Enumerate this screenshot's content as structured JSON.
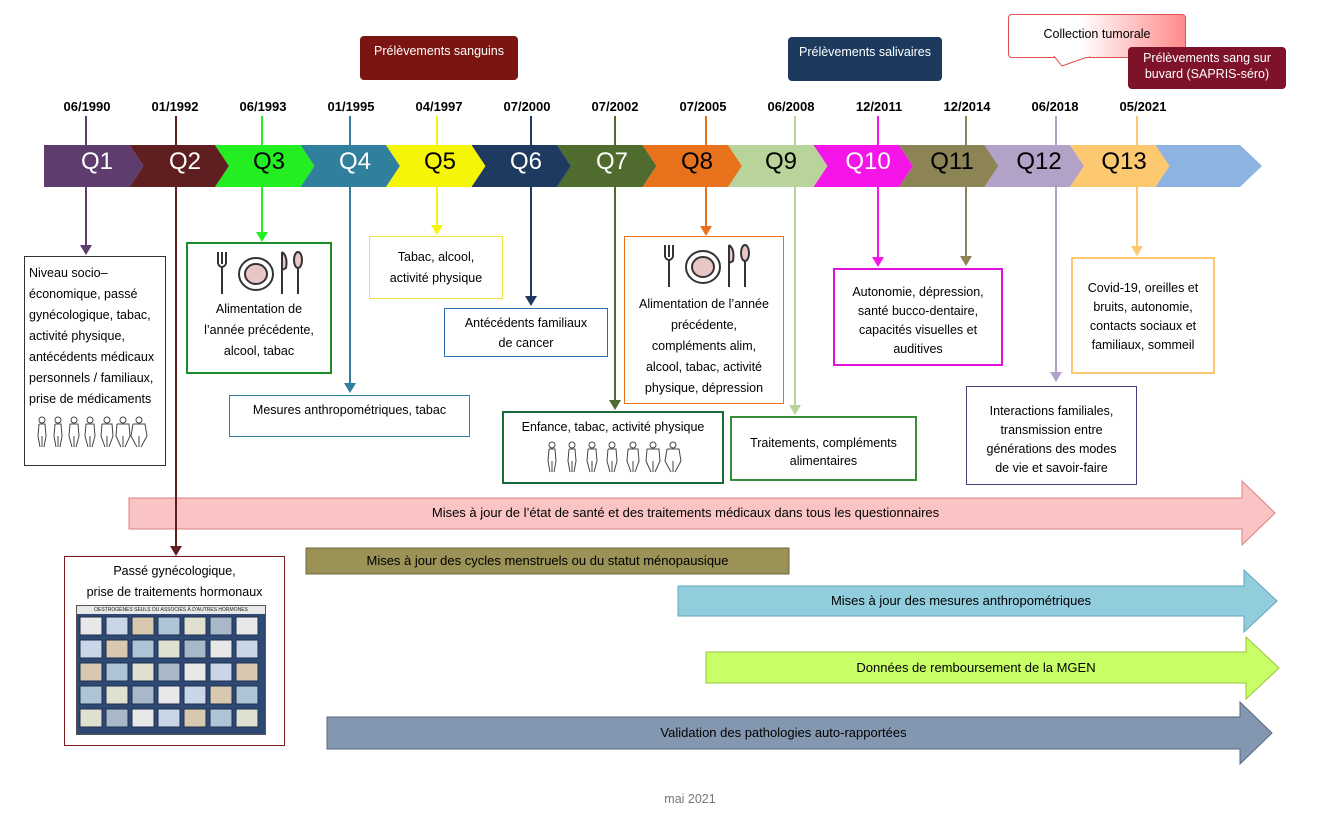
{
  "callouts": {
    "sanguins": "Prélèvements sanguins",
    "salivaires": "Prélèvements salivaires",
    "tumorale": "Collection tumorale",
    "sapris_line1": "Prélèvements sang sur",
    "sapris_line2": "buvard (SAPRIS-séro)"
  },
  "timeline": [
    {
      "q": "Q1",
      "date": "06/1990",
      "color": "#5e3c6e"
    },
    {
      "q": "Q2",
      "date": "01/1992",
      "color": "#5f1e20"
    },
    {
      "q": "Q3",
      "date": "06/1993",
      "color": "#22ee22"
    },
    {
      "q": "Q4",
      "date": "01/1995",
      "color": "#2f7f9d"
    },
    {
      "q": "Q5",
      "date": "04/1997",
      "color": "#f5f508"
    },
    {
      "q": "Q6",
      "date": "07/2000",
      "color": "#1f3a60"
    },
    {
      "q": "Q7",
      "date": "07/2002",
      "color": "#4f6b2e"
    },
    {
      "q": "Q8",
      "date": "07/2005",
      "color": "#e8721c"
    },
    {
      "q": "Q9",
      "date": "06/2008",
      "color": "#b8d49a"
    },
    {
      "q": "Q10",
      "date": "12/2011",
      "color": "#f515e8"
    },
    {
      "q": "Q11",
      "date": "12/2014",
      "color": "#8c8454"
    },
    {
      "q": "Q12",
      "date": "06/2018",
      "color": "#b2a2c8"
    },
    {
      "q": "Q13",
      "date": "05/2021",
      "color": "#fcc870"
    }
  ],
  "boxes": {
    "q1": [
      "Niveau socio–",
      "économique,  passé",
      "gynécologique,  tabac,",
      "activité physique,",
      "antécédents médicaux",
      "personnels  / familiaux,",
      "prise de médicaments"
    ],
    "q2": [
      "Passé gynécologique,",
      "prise de traitements hormonaux"
    ],
    "q3": [
      "Alimentation  de",
      "l’année précédente,",
      "alcool, tabac"
    ],
    "q4": "Mesures anthropométriques,  tabac",
    "q5": [
      "Tabac, alcool,",
      "activité physique"
    ],
    "q6": [
      "Antécédents  familiaux",
      "de cancer"
    ],
    "q7": "Enfance, tabac, activité physique",
    "q8": [
      "Alimentation  de  l’année",
      "précédente,",
      "compléments alim,",
      "alcool, tabac, activité",
      "physique,  dépression"
    ],
    "q9": [
      "Traitements, compléments",
      "alimentaires"
    ],
    "q10": [
      "Autonomie,  dépression,",
      "santé bucco-dentaire,",
      "capacités visuelles et",
      "auditives"
    ],
    "q11": [
      "Interactions familiales,",
      "transmission  entre",
      "générations des modes",
      "de vie et savoir-faire"
    ],
    "q13": [
      "Covid-19,  oreilles et",
      "bruits,  autonomie,",
      "contacts sociaux et",
      "familiaux,  sommeil"
    ]
  },
  "bands": {
    "sante": "Mises à jour de l’état de santé et des traitements médicaux dans tous les questionnaires",
    "cycles": "Mises à jour des cycles menstruels ou du statut ménopausique",
    "anthro": "Mises à jour des mesures anthropométriques",
    "mgen": "Données de remboursement  de la MGEN",
    "validation": "Validation des pathologies auto-rapportées"
  },
  "hormone_panel_title": "OESTROGÈNES SEULS OU ASSOCIÉS À D'AUTRES HORMONES",
  "footer": "mai 2021",
  "colors": {
    "band_sante": "#fac4c4",
    "band_cycles": "#9a9256",
    "band_anthro": "#92cddd",
    "band_mgen": "#c8ff66",
    "band_validation": "#8497b0",
    "timeline_end": "#8db3e2"
  }
}
